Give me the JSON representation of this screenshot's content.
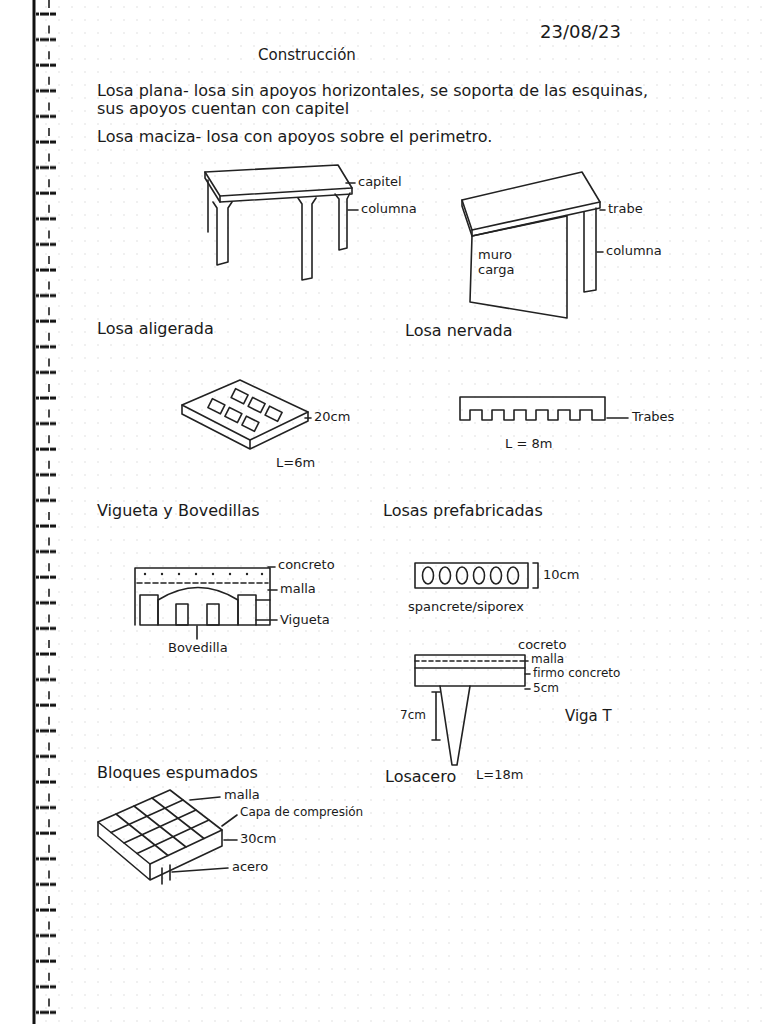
{
  "diagram": {
    "title": "Construcción",
    "labels": [
      "23/08/23",
      "Losa plana- losa sin apoyos horizontales, se soporta de las esquinas, sus apoyos cuentan con capitel",
      "Losa maciza- losa con apoyos sobre el perimetro.",
      "capitel",
      "columna",
      "trabe",
      "muro carga",
      "columna",
      "Losa aligerada",
      "Losa nervada",
      "20cm",
      "L=6m",
      "Trabes",
      "L = 8m",
      "Vigueta y Bovedillas",
      "Losas prefabricadas",
      "concreto",
      "malla",
      "Vigueta",
      "Bovedilla",
      "10cm",
      "spancrete/siporex",
      "cocreto",
      "malla",
      "firmo concreto",
      "5cm",
      "7cm",
      "Viga T",
      "L=18m",
      "Bloques espumados",
      "Losacero",
      "malla",
      "Capa de compresión",
      "30cm",
      "acero"
    ]
  }
}
